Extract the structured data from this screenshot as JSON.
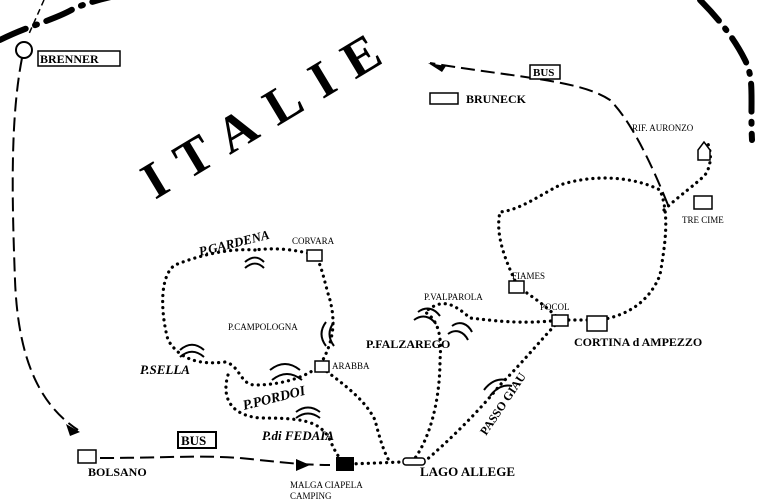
{
  "country": "ITALIE",
  "places": {
    "brenner": "BRENNER",
    "bruneck": "BRUNECK",
    "bolsano": "BOLSANO",
    "corvara": "CORVARA",
    "arabba": "ARABBA",
    "fiames": "FIAMES",
    "pocol": "POCOL",
    "cortina": "CORTINA d AMPEZZO",
    "tre_cime": "TRE CIME",
    "rif_auronzo": "RIF. AURONZO",
    "lago_allege": "LAGO ALLEGE",
    "malga_ciapela_1": "MALGA CIAPELA",
    "malga_ciapela_2": "CAMPING"
  },
  "passes": {
    "gardena": "P.GARDENA",
    "campolongna": "P.CAMPOLOGNA",
    "sella": "P.SELLA",
    "pordoi": "P.PORDOI",
    "fedaia": "P.di FEDAIA",
    "valparola": "P.VALPAROLA",
    "falzarego": "P.FALZAREGO",
    "giau": "PASSO GIAU"
  },
  "bus_label": "BUS"
}
